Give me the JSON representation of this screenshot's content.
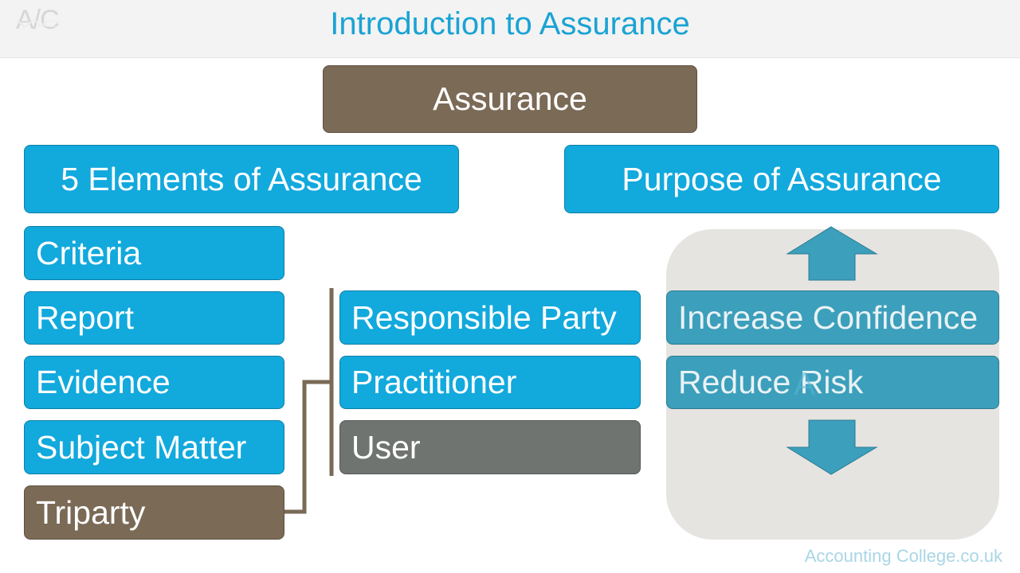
{
  "header": {
    "logo": "A/C",
    "title": "Introduction to Assurance"
  },
  "diagram": {
    "root": "Assurance",
    "elements_heading": "5 Elements of Assurance",
    "purpose_heading": "Purpose of Assurance",
    "elements": [
      "Criteria",
      "Report",
      "Evidence",
      "Subject Matter",
      "Triparty"
    ],
    "triparty_members": [
      "Responsible Party",
      "Practitioner",
      "User"
    ],
    "purposes": [
      "Increase Confidence",
      "Reduce Risk"
    ],
    "overlay_ghost": "A"
  },
  "footer": {
    "brand": "Accounting College.co.uk"
  },
  "colors": {
    "title": "#1aa3d4",
    "blue_box": "#12a9dd",
    "brown_box": "#7a6a56",
    "grey_box": "#6f7470",
    "teal_box": "#3c9fbb",
    "panel": "#e6e4e0"
  }
}
